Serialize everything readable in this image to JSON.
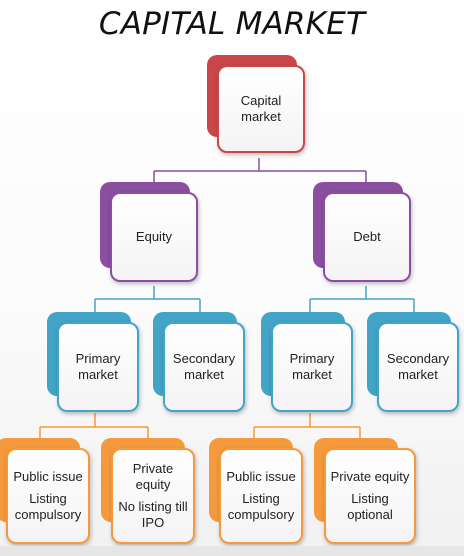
{
  "title": "CAPITAL MARKET",
  "nodes": {
    "root": {
      "lines": [
        "Capital market"
      ]
    },
    "equity": {
      "lines": [
        "Equity"
      ]
    },
    "debt": {
      "lines": [
        "Debt"
      ]
    },
    "equity_primary": {
      "lines": [
        "Primary market"
      ]
    },
    "equity_secondary": {
      "lines": [
        "Secondary",
        "market"
      ]
    },
    "debt_primary": {
      "lines": [
        "Primary market"
      ]
    },
    "debt_secondary": {
      "lines": [
        "Secondary",
        "market"
      ]
    },
    "equity_public": {
      "lines": [
        "Public issue",
        "Listing",
        "compulsory"
      ]
    },
    "equity_private": {
      "lines": [
        "Private equity",
        "No listing till",
        "IPO"
      ]
    },
    "debt_public": {
      "lines": [
        "Public issue",
        "Listing",
        "compulsory"
      ]
    },
    "debt_private": {
      "lines": [
        "Private equity",
        "Listing optional"
      ]
    }
  },
  "colors": {
    "level1": "#c9474a",
    "level2": "#8a4fa0",
    "level3": "#42a4c6",
    "level4": "#f49a3c",
    "connector_level1": "#8a4fa0",
    "connector_level2": "#42a4c6",
    "connector_level3": "#f49a3c"
  }
}
